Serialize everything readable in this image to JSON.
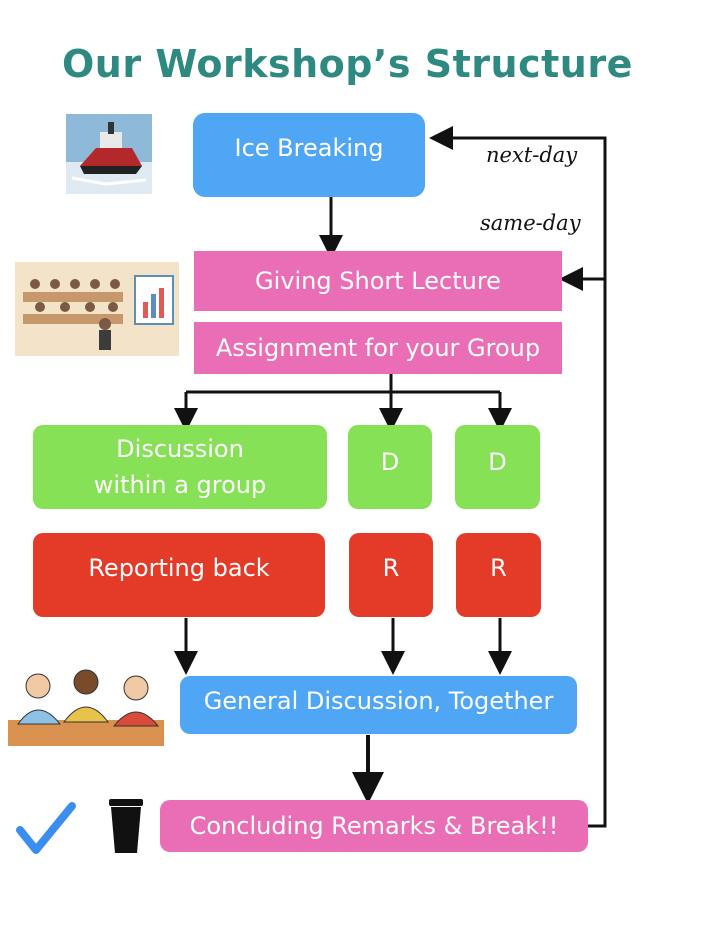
{
  "title": "Our Workshop’s Structure",
  "notes": {
    "next_day": "next-day",
    "same_day": "same-day"
  },
  "boxes": {
    "ice_breaking": "Ice Breaking",
    "short_lecture": "Giving Short Lecture",
    "assignment": "Assignment for your Group",
    "discussion": "Discussion\nwithin a group",
    "d1": "D",
    "d2": "D",
    "reporting": "Reporting back",
    "r1": "R",
    "r2": "R",
    "general": "General Discussion, Together",
    "concluding": "Concluding Remarks & Break!!"
  },
  "colors": {
    "title": "#2e8a80",
    "blue": "#4ea6f4",
    "pink": "#e96eb5",
    "green": "#86e157",
    "red": "#e33b28",
    "check": "#3b8ef0"
  },
  "icons": [
    "icebreaker-ship-image",
    "lecture-classroom-image",
    "people-discussion-image",
    "check-icon",
    "coffee-cup-icon"
  ]
}
